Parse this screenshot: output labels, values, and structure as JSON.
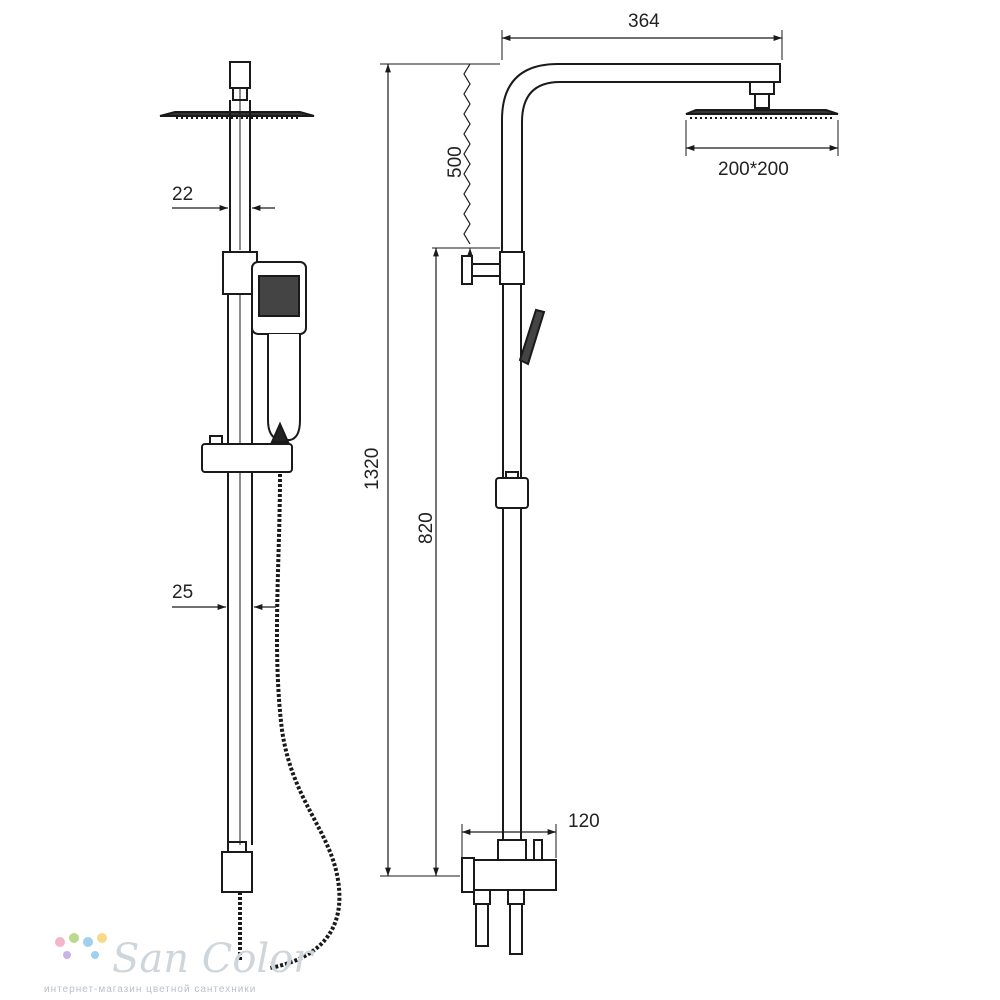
{
  "dimensions": {
    "arm_reach": "364",
    "head_size": "200*200",
    "riser_upper": "500",
    "total_height": "1320",
    "riser_lower": "820",
    "tube_upper_diameter": "22",
    "tube_lower_diameter": "25",
    "mixer_width": "120"
  },
  "watermark": {
    "brand": "San Color",
    "tagline": "интернет-магазин цветной сантехники"
  },
  "colors": {
    "line": "#1a1a1a",
    "watermark_dots": [
      "#f4b6c8",
      "#b9d98c",
      "#9fd0ef",
      "#f7d98a",
      "#c9b3e6"
    ]
  }
}
